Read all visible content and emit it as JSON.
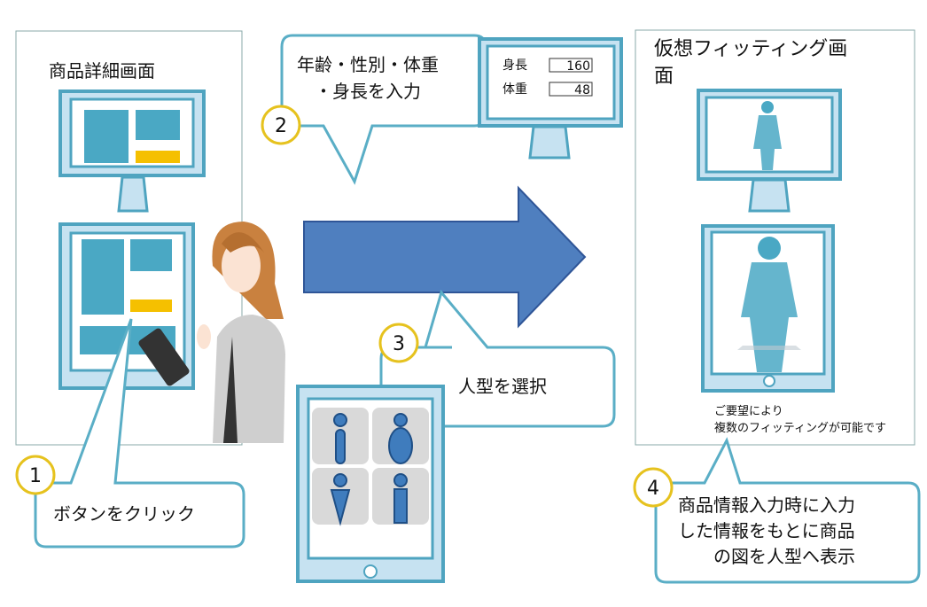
{
  "panels": {
    "product_detail_title": "商品詳細画面",
    "virtual_fitting_title_line1": "仮想フィッティング画",
    "virtual_fitting_title_line2": "面",
    "fitting_note_line1": "ご要望により",
    "fitting_note_line2": "複数のフィッティングが可能です"
  },
  "input_form": {
    "height_label": "身長",
    "height_value": "160",
    "weight_label": "体重",
    "weight_value": "48"
  },
  "steps": [
    {
      "number": "1",
      "lines": [
        "ボタンをクリック"
      ]
    },
    {
      "number": "2",
      "lines": [
        "年齢・性別・体重",
        "・身長を入力"
      ]
    },
    {
      "number": "3",
      "lines": [
        "人型を選択"
      ]
    },
    {
      "number": "4",
      "lines": [
        "商品情報入力時に入力",
        "した情報をもとに商品",
        "の図を人型へ表示"
      ]
    }
  ],
  "colors": {
    "accent": "#4aa8c4",
    "arrow": "#4f7fbf",
    "highlight": "#f5c000",
    "step_ring": "#e6c21e"
  }
}
